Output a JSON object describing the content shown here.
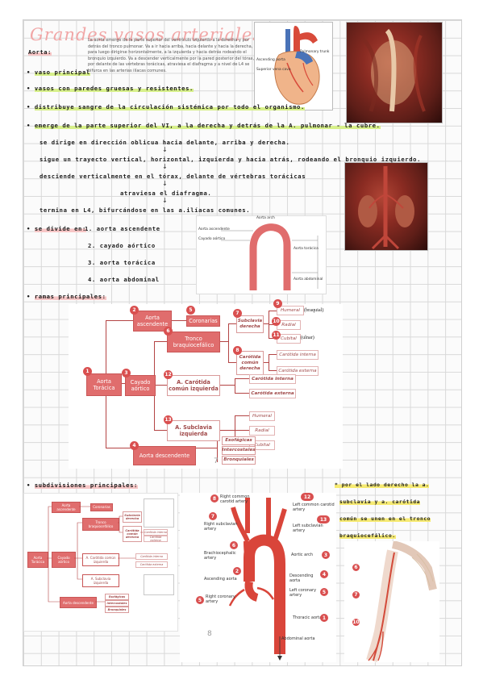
{
  "title": "Grandes vasos arteriales:",
  "aorta_label": "Aorta:",
  "description": "La aorta emerge de la parte superior del ventrículo izquierdo a la derecha y por detrás del tronco pulmonar. Va a ir hacia arriba, hacia delante y hacia la derecha, para luego dirigirse horizontalmente, a la izquierda y hacia detrás rodeando el bronquio izquierdo. Va a descender verticalmente por la pared posterior del tórax, por delante de las vértebras torácicas, atraviesa el diafragma y a nivel de L4 se bifurca en las arterias ilíacas comunes.",
  "bullets": {
    "b1": "vaso principal",
    "b2": "vasos con paredes gruesas y resistentes.",
    "b3": "distribuye sangre de la circulación sistémica por todo el organismo.",
    "b4": "emerge de la parte superior del VI, a la derecha y detrás de la A. pulmonar - la cubre.",
    "b5": "se dirige en dirección oblicua hacia delante, arriba y derecha.",
    "b6": "sigue un trayecto vertical, horizontal, izquierda y hacia atrás, rodeando el bronquio izquierdo.",
    "b7": "desciende verticalmente en el tórax, delante de vértebras torácicas",
    "b8": "atraviesa el diafragma.",
    "b9": "termina en L4, bifurcándose en las a.ilíacas comunes.",
    "b10": "se divide en:",
    "div1": "1. aorta ascendente",
    "div2": "2. cayado aórtico",
    "div3": "3. aorta torácica",
    "div4": "4. aorta abdominal",
    "ramas": "ramas principales:",
    "subdiv": "subdivisiones principales:"
  },
  "heart_labels": {
    "ascending": "Ascending aorta",
    "superior": "Superior vena cava",
    "pulmonary": "Pulmonary trunk"
  },
  "aorta_diagram_labels": {
    "top": "Aorta arch",
    "l1": "Aorta ascendente",
    "l2": "Cayado aórtico",
    "l3": "Aorta torácica",
    "l4": "Aorta abdominal"
  },
  "tree": {
    "root": "Aorta Torácica",
    "asc": "Aorta ascendente",
    "cor": "Coronarias",
    "cayado": "Cayado aórtico",
    "tronco": "Tronco braquiocefálico",
    "subd": "Subclavia derecha",
    "hum": "Humeral",
    "braq": "(braquial)",
    "rad": "Radial",
    "cub": "Cubital",
    "ulnar": "(ulnar)",
    "ccd": "Carótida común derecha",
    "ci1": "Carótida interna",
    "ce1": "Carótida externa",
    "cci": "A. Carótida común izquierda",
    "ci2": "Carótida interna",
    "ce2": "Carótida externa",
    "subi": "A. Subclavia izquierda",
    "hum2": "Humeral",
    "rad2": "Radial",
    "cub2": "Cubital",
    "desc": "Aorta descendente",
    "eso": "Esofágicas",
    "inter": "Intercostales",
    "bron": "Bronquiales",
    "page": "7"
  },
  "nums": [
    "1",
    "2",
    "3",
    "4",
    "5",
    "6",
    "7",
    "8",
    "9",
    "10",
    "11",
    "12",
    "13"
  ],
  "anat": {
    "rcc": "Right common carotid artery",
    "lcc": "Left common carotid artery",
    "rsub": "Right subclavian artery",
    "lsub": "Left subclavian artery",
    "brach": "Brachiocephalic artery",
    "arch": "Aortic arch",
    "asc": "Ascending aorta",
    "desc": "Descending aorta",
    "lcor": "Left coronary artery",
    "rcor": "Right coronary artery",
    "thor": "Thoracic aorta",
    "abd": "Abdominal aorta",
    "page": "8"
  },
  "side": {
    "s1": "* por el lado derecho la a.",
    "s2": "subclavia y a. carótida",
    "s3": "común se unen en el tronco",
    "s4": "braquiocefálico."
  },
  "colors": {
    "accent": "#e06d6d",
    "title": "#f1a6a6",
    "highlight_green": "#d7f08a",
    "highlight_yellow": "#f6ea72"
  }
}
